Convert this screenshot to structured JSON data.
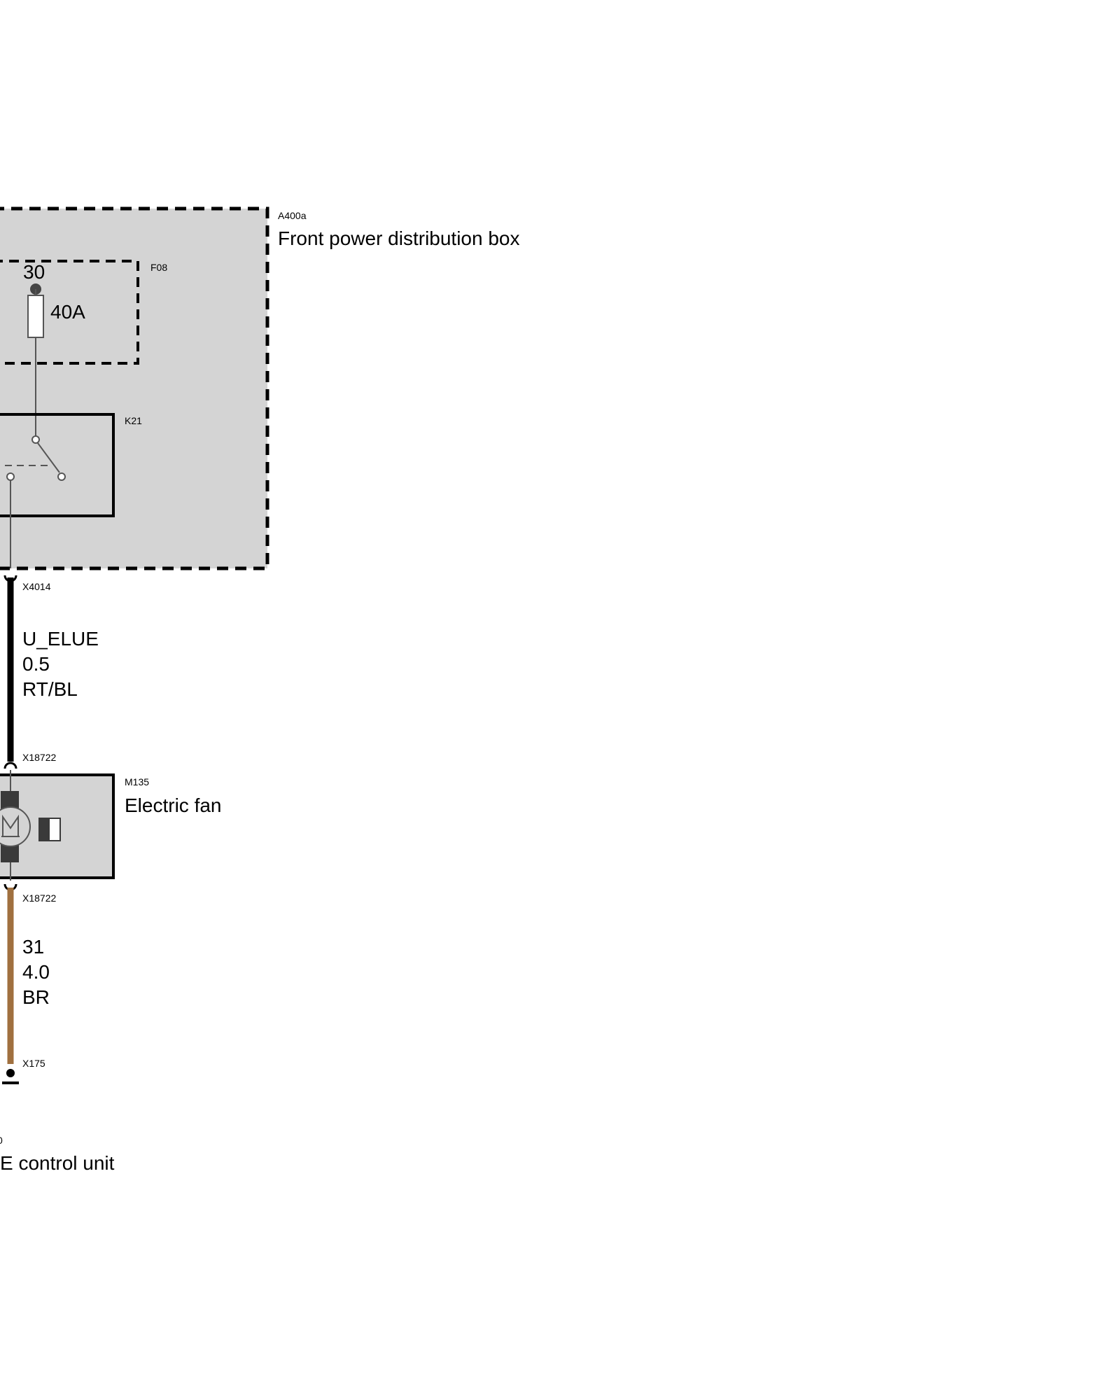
{
  "colors": {
    "box_fill": "#d4d4d4",
    "wire_signal": "#000000",
    "wire_ground": "#a0703f",
    "line": "#555555"
  },
  "distribution_box": {
    "code": "A400a",
    "title": "Front power distribution box"
  },
  "fuse": {
    "code": "F08",
    "terminal": "30",
    "rating": "40A"
  },
  "relay": {
    "code": "K21"
  },
  "connectors": {
    "box_out": "X4014",
    "fan_in": "X18722",
    "fan_out": "X18722",
    "ground": "X175"
  },
  "wire_signal": {
    "name": "U_ELUE",
    "gauge": "0.5",
    "color": "RT/BL"
  },
  "wire_ground": {
    "name": "31",
    "gauge": "4.0",
    "color": "BR"
  },
  "fan": {
    "code": "M135",
    "title": "Electric fan"
  },
  "control_unit": {
    "code_fragment": "0",
    "title_fragment": "E control unit"
  }
}
